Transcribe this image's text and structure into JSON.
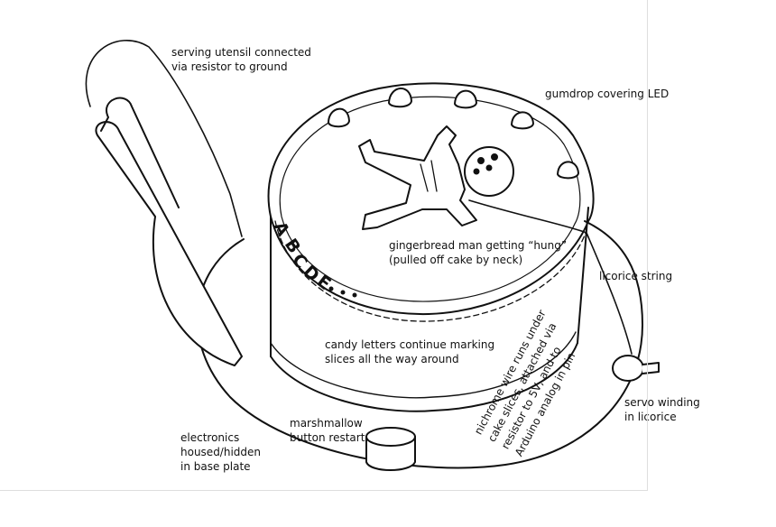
{
  "labels": {
    "serving_utensil": "serving utensil connected\nvia resistor to ground",
    "gumdrop": "gumdrop covering LED",
    "gingerbread": "gingerbread man getting “hung”\n(pulled off cake by neck)",
    "licorice": "licorice   string",
    "candy_letters": "candy letters continue marking\nslices all the way around",
    "servo": "servo winding\nin licorice",
    "marshmallow": "marshmallow\nbutton restart",
    "electronics": "electronics\nhoused/hidden\nin base plate",
    "nichrome": "nichrome wire runs under\ncake slices, attached via\nresistor to 5V, and to\nArduino analog in pin"
  },
  "candy_letters_on_cake": [
    "A",
    "B",
    "C",
    "D",
    "E"
  ],
  "colors": {
    "line": "#111111",
    "paper": "#ffffff"
  }
}
